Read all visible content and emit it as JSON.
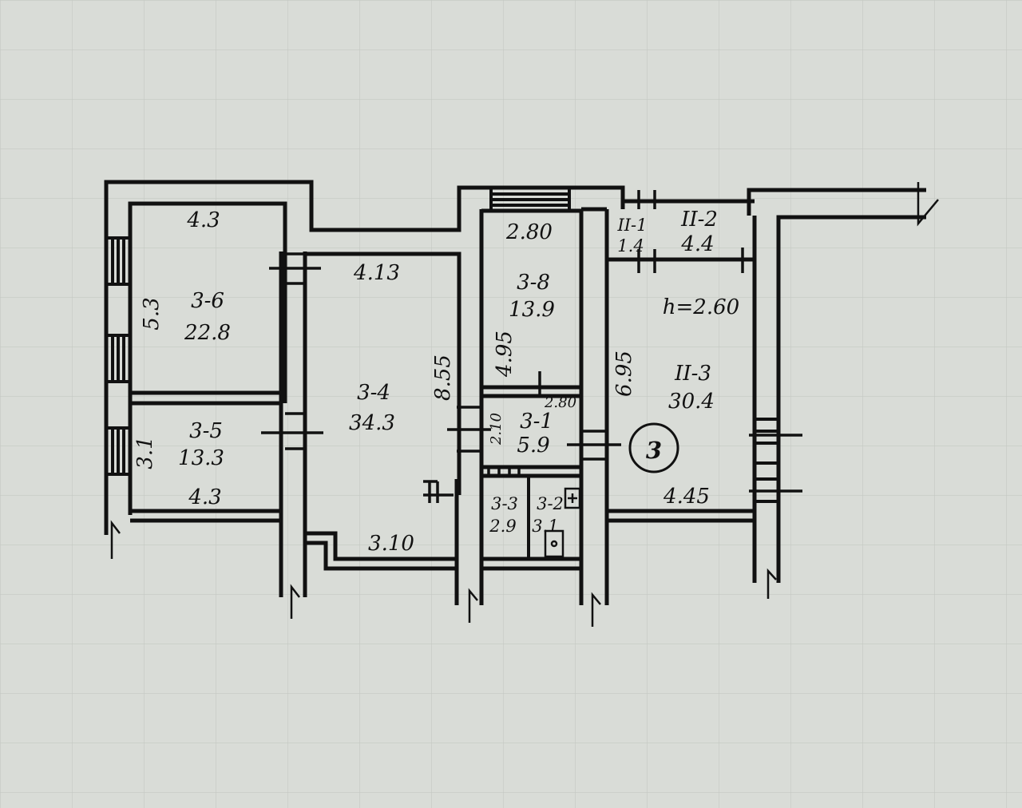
{
  "plan_number": "3",
  "height_note": "h=2.60",
  "rooms": [
    {
      "id": "3-6",
      "area": "22.8"
    },
    {
      "id": "3-5",
      "area": "13.3"
    },
    {
      "id": "3-4",
      "area": "34.3"
    },
    {
      "id": "3-8",
      "area": "13.9"
    },
    {
      "id": "3-1",
      "area": "5.9"
    },
    {
      "id": "3-3",
      "area": "2.9"
    },
    {
      "id": "3-2",
      "area": "3.1"
    },
    {
      "id": "II-1",
      "area": "1.4"
    },
    {
      "id": "II-2",
      "area": "4.4"
    },
    {
      "id": "II-3",
      "area": "30.4"
    }
  ],
  "dimensions": {
    "top_3_6": "4.3",
    "side_3_6": "5.3",
    "side_3_5": "3.1",
    "bottom_3_5": "4.3",
    "top_3_4": "4.13",
    "side_3_4": "8.55",
    "bottom_3_4": "3.10",
    "top_3_8": "2.80",
    "side_3_8": "4.95",
    "width_3_1": "2.80",
    "side_3_1": "2.10",
    "side_II_3": "6.95",
    "bottom_II_3": "4.45"
  }
}
